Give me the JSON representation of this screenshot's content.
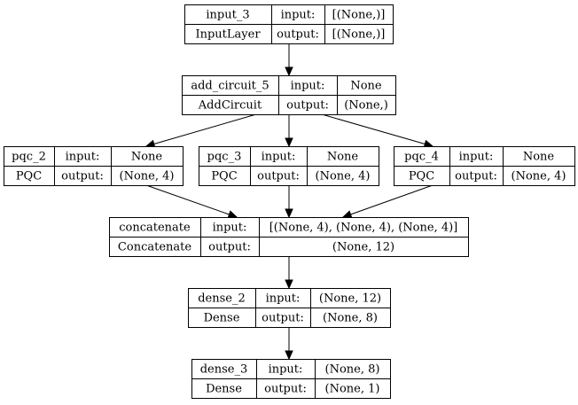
{
  "labels": {
    "input": "input:",
    "output": "output:"
  },
  "nodes": [
    {
      "id": "input_3",
      "name": "input_3",
      "type": "InputLayer",
      "input": "[(None,)]",
      "output": "[(None,)]"
    },
    {
      "id": "add_circuit_5",
      "name": "add_circuit_5",
      "type": "AddCircuit",
      "input": "None",
      "output": "(None,)"
    },
    {
      "id": "pqc_2",
      "name": "pqc_2",
      "type": "PQC",
      "input": "None",
      "output": "(None, 4)"
    },
    {
      "id": "pqc_3",
      "name": "pqc_3",
      "type": "PQC",
      "input": "None",
      "output": "(None, 4)"
    },
    {
      "id": "pqc_4",
      "name": "pqc_4",
      "type": "PQC",
      "input": "None",
      "output": "(None, 4)"
    },
    {
      "id": "concatenate",
      "name": "concatenate",
      "type": "Concatenate",
      "input": "[(None, 4), (None, 4), (None, 4)]",
      "output": "(None, 12)"
    },
    {
      "id": "dense_2",
      "name": "dense_2",
      "type": "Dense",
      "input": "(None, 12)",
      "output": "(None, 8)"
    },
    {
      "id": "dense_3",
      "name": "dense_3",
      "type": "Dense",
      "input": "(None, 8)",
      "output": "(None, 1)"
    }
  ],
  "edges": [
    {
      "from": "input_3",
      "to": "add_circuit_5"
    },
    {
      "from": "add_circuit_5",
      "to": "pqc_2"
    },
    {
      "from": "add_circuit_5",
      "to": "pqc_3"
    },
    {
      "from": "add_circuit_5",
      "to": "pqc_4"
    },
    {
      "from": "pqc_2",
      "to": "concatenate"
    },
    {
      "from": "pqc_3",
      "to": "concatenate"
    },
    {
      "from": "pqc_4",
      "to": "concatenate"
    },
    {
      "from": "concatenate",
      "to": "dense_2"
    },
    {
      "from": "dense_2",
      "to": "dense_3"
    }
  ]
}
